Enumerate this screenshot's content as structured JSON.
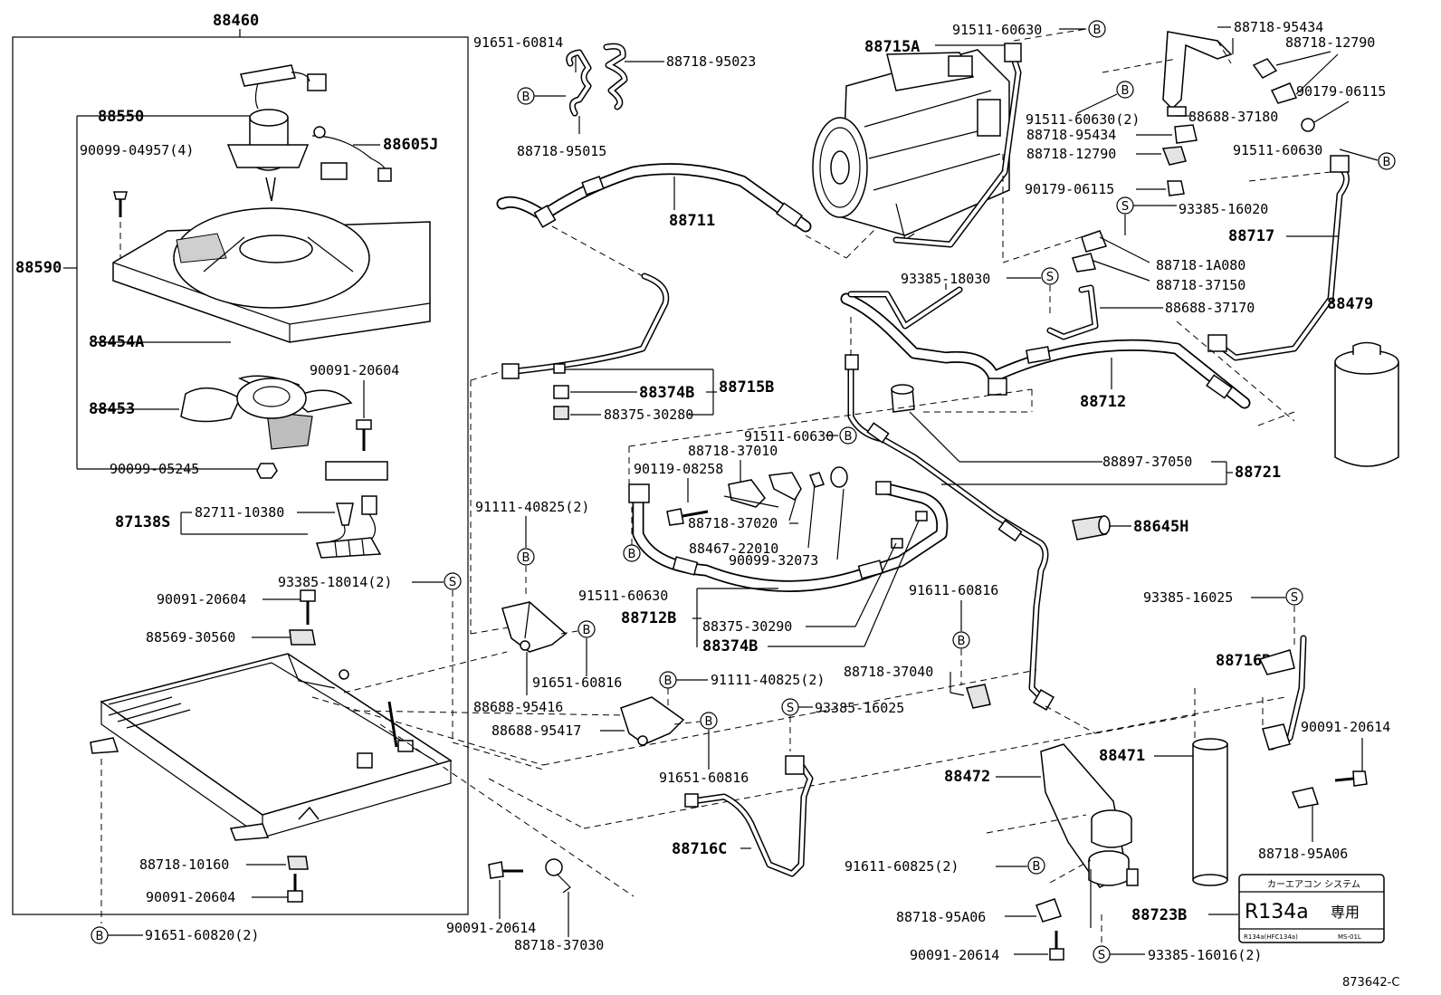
{
  "labels": {
    "p88460": "88460",
    "p88550": "88550",
    "p90099_04957": "90099-04957(4)",
    "p88605J": "88605J",
    "p88590": "88590",
    "p88454A": "88454A",
    "p90091_20604_a": "90091-20604",
    "p88453": "88453",
    "p90099_05245": "90099-05245",
    "p87138S": "87138S",
    "p82711_10380": "82711-10380",
    "p93385_18014": "93385-18014(2)",
    "p90091_20604_b": "90091-20604",
    "p88569_30560": "88569-30560",
    "p88718_10160": "88718-10160",
    "p90091_20604_c": "90091-20604",
    "p91651_60820": "91651-60820(2)",
    "p91651_60814": "91651-60814",
    "p88718_95023": "88718-95023",
    "p88718_95015": "88718-95015",
    "p88711": "88711",
    "p88374B_a": "88374B",
    "p88715B": "88715B",
    "p88375_30280": "88375-30280",
    "p91111_40825_a": "91111-40825(2)",
    "p91651_60816_a": "91651-60816",
    "p88688_95416": "88688-95416",
    "p91111_40825_b": "91111-40825(2)",
    "p88688_95417": "88688-95417",
    "p91651_60816_b": "91651-60816",
    "p90091_20614_a": "90091-20614",
    "p88718_37030": "88718-37030",
    "p88715A": "88715A",
    "p91511_60630_a": "91511-60630",
    "p88718_95434_a": "88718-95434",
    "p88718_12790_a": "88718-12790",
    "p90179_06115_a": "90179-06115",
    "p91511_60630_2": "91511-60630(2)",
    "p88688_37180": "88688-37180",
    "p88718_95434_b": "88718-95434",
    "p88718_12790_b": "88718-12790",
    "p91511_60630_b": "91511-60630",
    "p90179_06115_b": "90179-06115",
    "p93385_16020": "93385-16020",
    "p88717": "88717",
    "p88718_1A080": "88718-1A080",
    "p88718_37150": "88718-37150",
    "p93385_18030": "93385-18030",
    "p88688_37170": "88688-37170",
    "p88479": "88479",
    "p88712": "88712",
    "p91511_60630_c": "91511-60630",
    "p88718_37010": "88718-37010",
    "p90119_08258": "90119-08258",
    "p88897_37050": "88897-37050",
    "p88721": "88721",
    "p88718_37020": "88718-37020",
    "p88467_22010": "88467-22010",
    "p90099_32073": "90099-32073",
    "p88645H": "88645H",
    "p91511_60630_d": "91511-60630",
    "p88712B": "88712B",
    "p88375_30290": "88375-30290",
    "p88374B_b": "88374B",
    "p91611_60816": "91611-60816",
    "p88718_37040": "88718-37040",
    "p93385_16025_a": "93385-16025",
    "p88716C": "88716C",
    "p93385_16025_b": "93385-16025",
    "p88716B": "88716B",
    "p90091_20614_b": "90091-20614",
    "p88471": "88471",
    "p88472": "88472",
    "p91611_60825": "91611-60825(2)",
    "p88718_95A06_a": "88718-95A06",
    "p88718_95A06_b": "88718-95A06",
    "p88723B": "88723B",
    "p90091_20614_c": "90091-20614",
    "p93385_16016": "93385-16016(2)",
    "code": "873642-C"
  },
  "markers": {
    "b": "B",
    "s": "S"
  },
  "decal": {
    "header": "カーエアコン システム",
    "main": "R134a",
    "kanji": "専用",
    "small_left": "R134a(HFC134a)",
    "small_right": "MS-01L"
  }
}
